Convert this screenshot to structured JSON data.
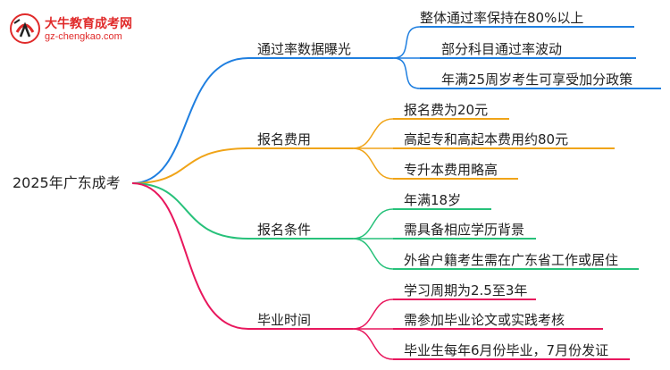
{
  "logo": {
    "name": "大牛教育成考网",
    "url": "gz-chengkao.com"
  },
  "mindmap": {
    "root": "2025年广东成考",
    "branches": [
      {
        "label": "通过率数据曝光",
        "color": "#1f7fe0",
        "leaves": [
          "整体通过率保持在80%以上",
          "部分科目通过率波动",
          "年满25周岁考生可享受加分政策"
        ]
      },
      {
        "label": "报名费用",
        "color": "#f0a418",
        "leaves": [
          "报名费为20元",
          "高起专和高起本费用约80元",
          "专升本费用略高"
        ]
      },
      {
        "label": "报名条件",
        "color": "#27c17a",
        "leaves": [
          "年满18岁",
          "需具备相应学历背景",
          "外省户籍考生需在广东省工作或居住"
        ]
      },
      {
        "label": "毕业时间",
        "color": "#e8175d",
        "leaves": [
          "学习周期为2.5至3年",
          "需参加毕业论文或实践考核",
          "毕业生每年6月份毕业，7月份发证"
        ]
      }
    ]
  }
}
